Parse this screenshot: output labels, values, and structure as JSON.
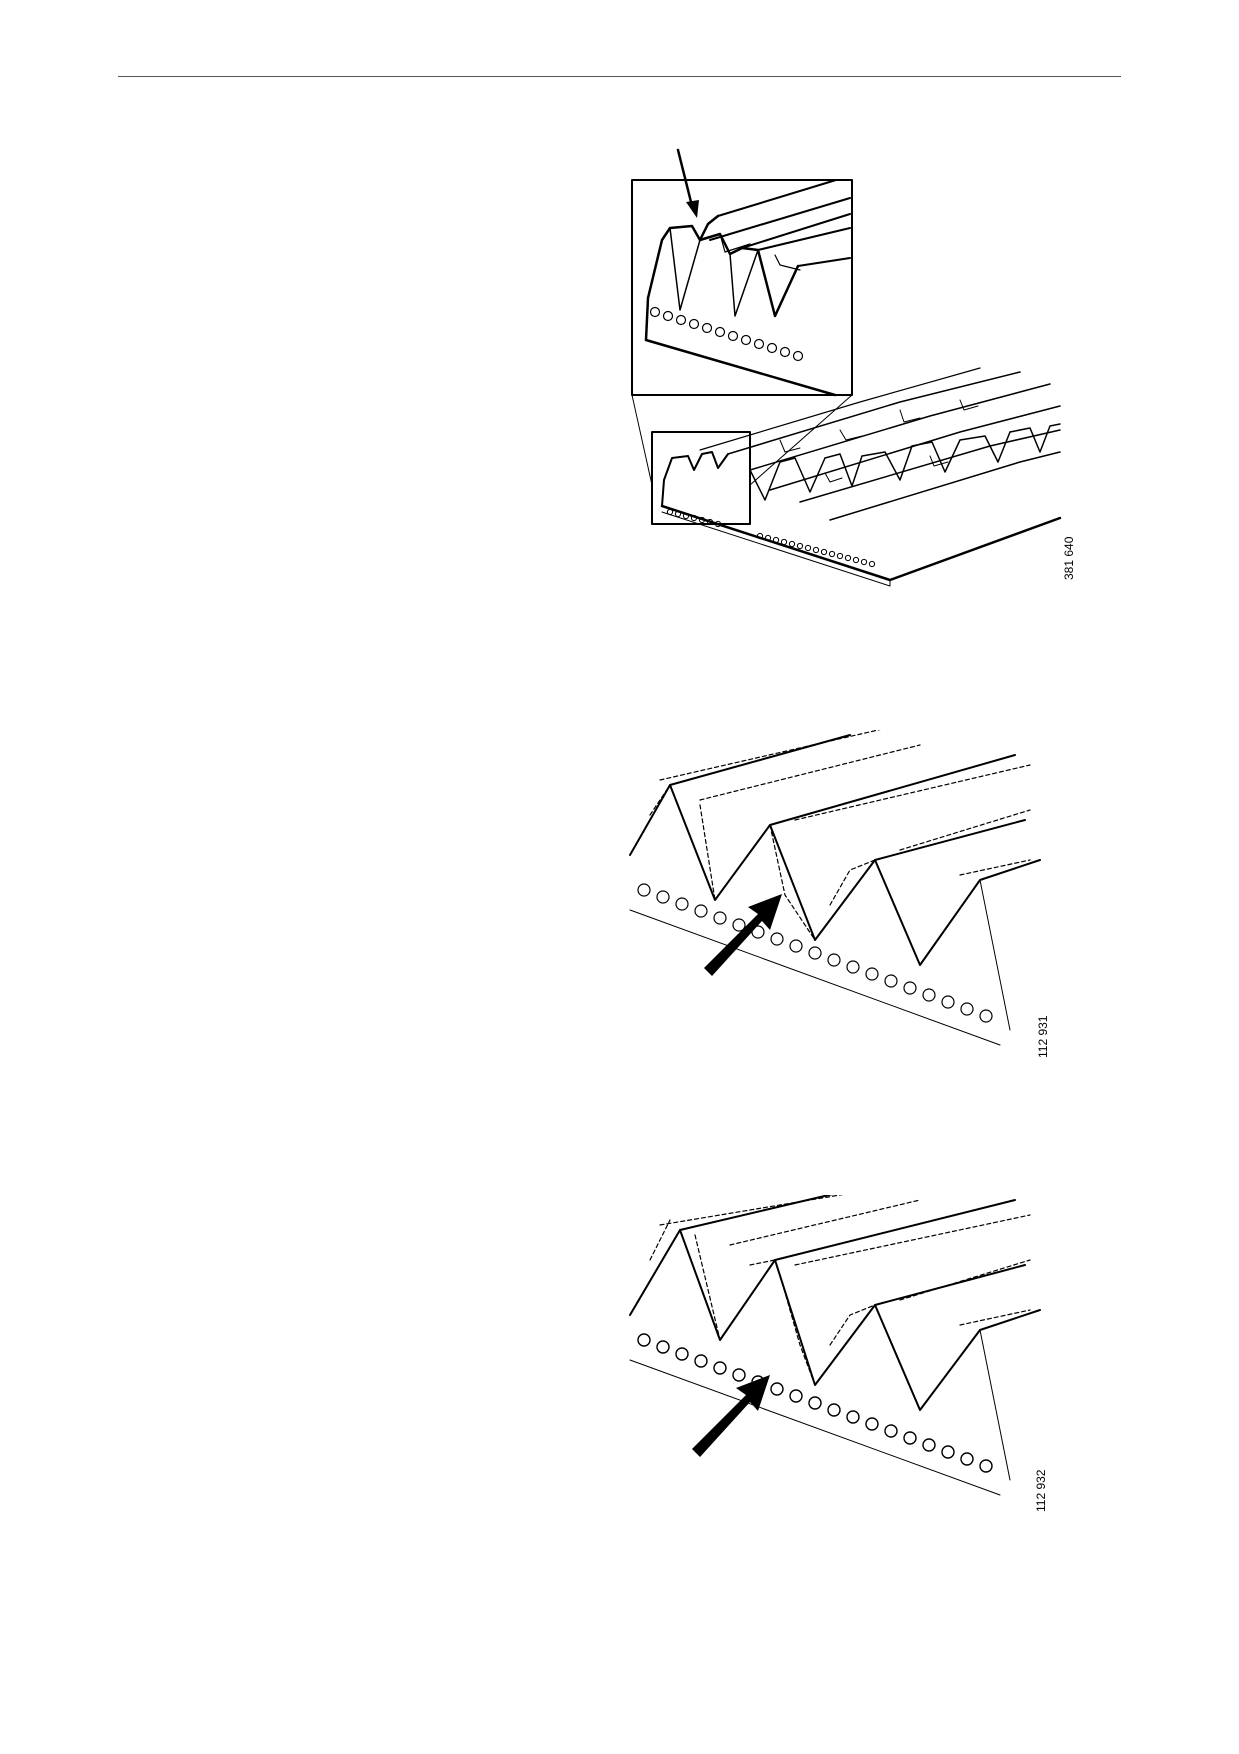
{
  "figures": [
    {
      "id": "381 640",
      "icons": [
        "arrow-icon"
      ]
    },
    {
      "id": "112 931",
      "icons": [
        "bold-arrow-icon"
      ]
    },
    {
      "id": "112 932",
      "icons": [
        "bold-arrow-icon"
      ]
    }
  ],
  "colors": {
    "line": "#000000",
    "rule": "#555555",
    "background": "#ffffff"
  }
}
